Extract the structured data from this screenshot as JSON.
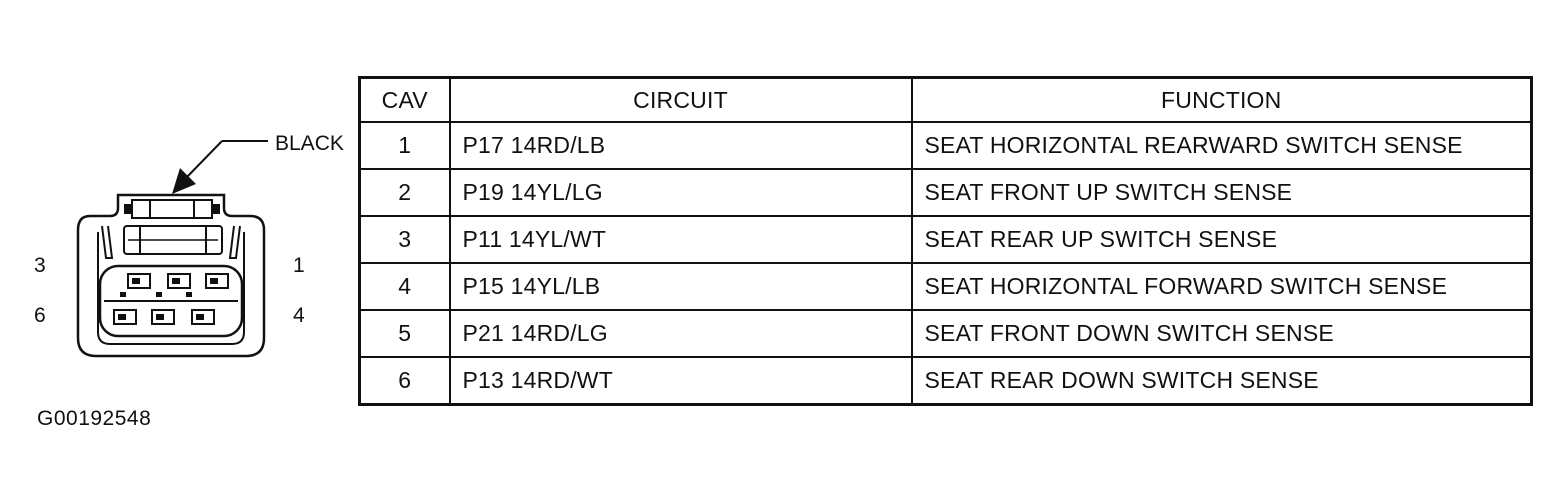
{
  "connector": {
    "color_label": "BLACK",
    "pin_labels": {
      "top_left": "3",
      "bottom_left": "6",
      "top_right": "1",
      "bottom_right": "4"
    }
  },
  "table": {
    "headers": {
      "cav": "CAV",
      "circuit": "CIRCUIT",
      "function": "FUNCTION"
    },
    "rows": [
      {
        "cav": "1",
        "circuit": "P17 14RD/LB",
        "function": "SEAT HORIZONTAL REARWARD SWITCH SENSE"
      },
      {
        "cav": "2",
        "circuit": "P19 14YL/LG",
        "function": "SEAT FRONT UP SWITCH SENSE"
      },
      {
        "cav": "3",
        "circuit": "P11 14YL/WT",
        "function": "SEAT REAR UP SWITCH SENSE"
      },
      {
        "cav": "4",
        "circuit": "P15 14YL/LB",
        "function": "SEAT HORIZONTAL FORWARD SWITCH SENSE"
      },
      {
        "cav": "5",
        "circuit": "P21 14RD/LG",
        "function": "SEAT FRONT DOWN SWITCH SENSE"
      },
      {
        "cav": "6",
        "circuit": "P13 14RD/WT",
        "function": "SEAT REAR DOWN SWITCH SENSE"
      }
    ]
  },
  "figure_id": "G00192548"
}
